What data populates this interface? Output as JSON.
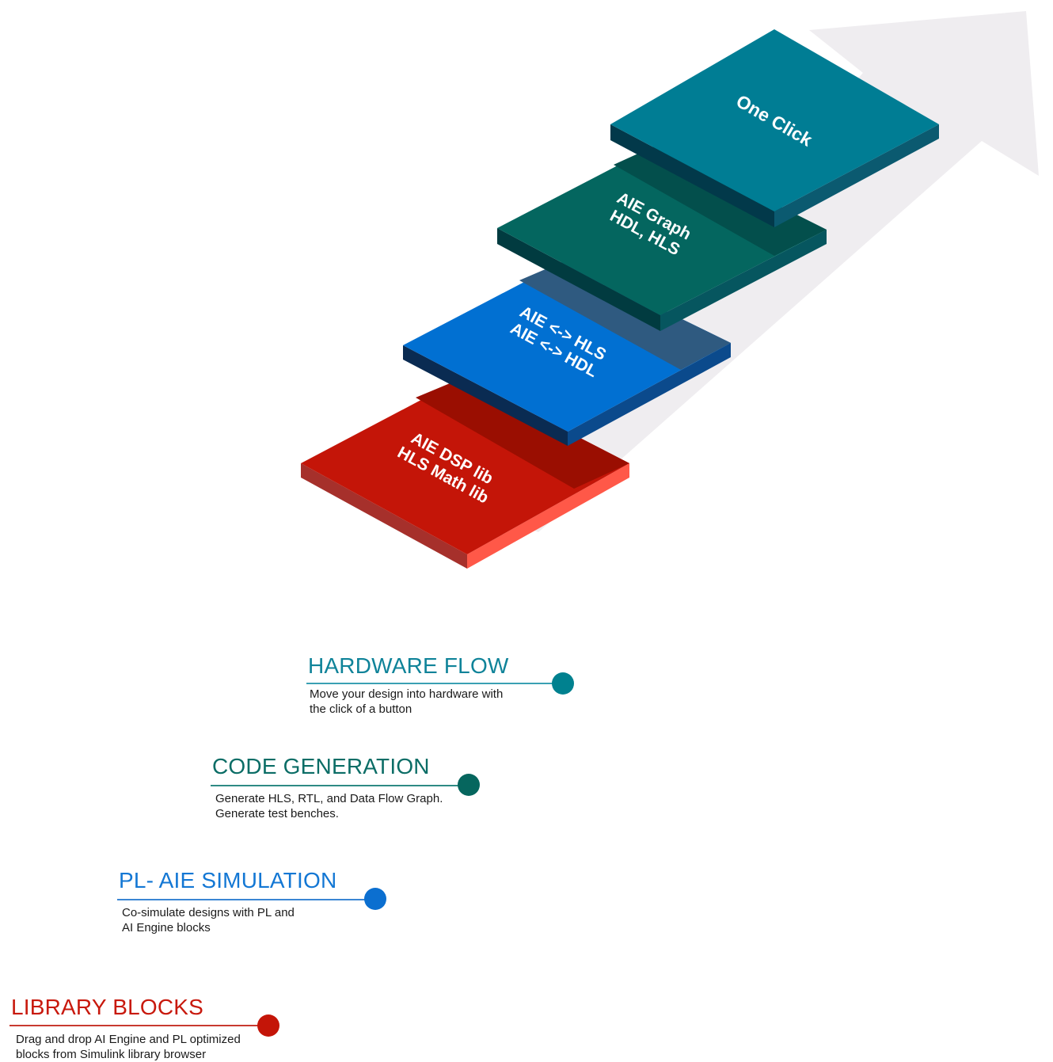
{
  "steps": [
    {
      "id": "hardware-flow",
      "title": "HARDWARE FLOW",
      "description_lines": [
        "Move your design into hardware with",
        "the click of a button"
      ],
      "card_lines": [
        "One Click"
      ],
      "color": "#007d94"
    },
    {
      "id": "code-generation",
      "title": "CODE GENERATION",
      "description_lines": [
        "Generate HLS, RTL, and Data Flow Graph.",
        "Generate test benches."
      ],
      "card_lines": [
        "AIE Graph",
        "HDL, HLS"
      ],
      "color": "#04665f"
    },
    {
      "id": "pl-aie-simulation",
      "title": "PL- AIE SIMULATION",
      "description_lines": [
        "Co-simulate designs with PL and",
        "AI Engine blocks"
      ],
      "card_lines": [
        "AIE <-> HLS",
        "AIE <-> HDL"
      ],
      "color": "#0170d2"
    },
    {
      "id": "library-blocks",
      "title": "LIBRARY BLOCKS",
      "description_lines": [
        "Drag and drop AI Engine and PL optimized",
        "blocks from Simulink library browser"
      ],
      "card_lines": [
        "AIE DSP lib",
        "HLS Math lib"
      ],
      "color": "#c41508"
    }
  ],
  "colors": {
    "arrow": "#efedf0",
    "hardware_title": "#0f8399",
    "code_title": "#0b6d66",
    "sim_title": "#1377d4",
    "lib_title": "#c8190d",
    "teal_side_left": "#02394a",
    "teal_side_right": "#0b5a70",
    "green_side_left": "#013b40",
    "green_side_right": "#06565f",
    "green_shadow": "#034f4c",
    "blue_side_left": "#0a2b52",
    "blue_side_right": "#0b4a8c",
    "blue_shadow": "#2f5a80",
    "red_side_left": "#a6302b",
    "red_side_right": "#ff5848",
    "red_shadow": "#9a0e01"
  }
}
